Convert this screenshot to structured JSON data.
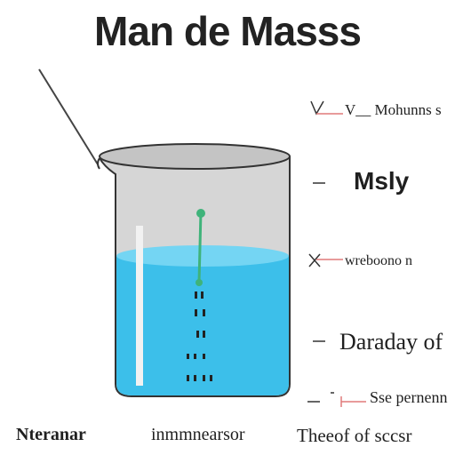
{
  "title": "Man de Masss",
  "labels": {
    "l1": "V__ Mohunns s",
    "l2": "Msly",
    "l3": "wreboono n",
    "l4": "Daraday of",
    "l5": "Sse pernenn"
  },
  "bottom": {
    "b1": "Nteranar",
    "b2": "inmmnearsor",
    "b3": "Theeof of sccsr"
  },
  "colors": {
    "water": "#3cbfea",
    "glass": "#d0d0d0",
    "stirrer": "#3fb37a",
    "pointer_line": "#e07a7a"
  }
}
